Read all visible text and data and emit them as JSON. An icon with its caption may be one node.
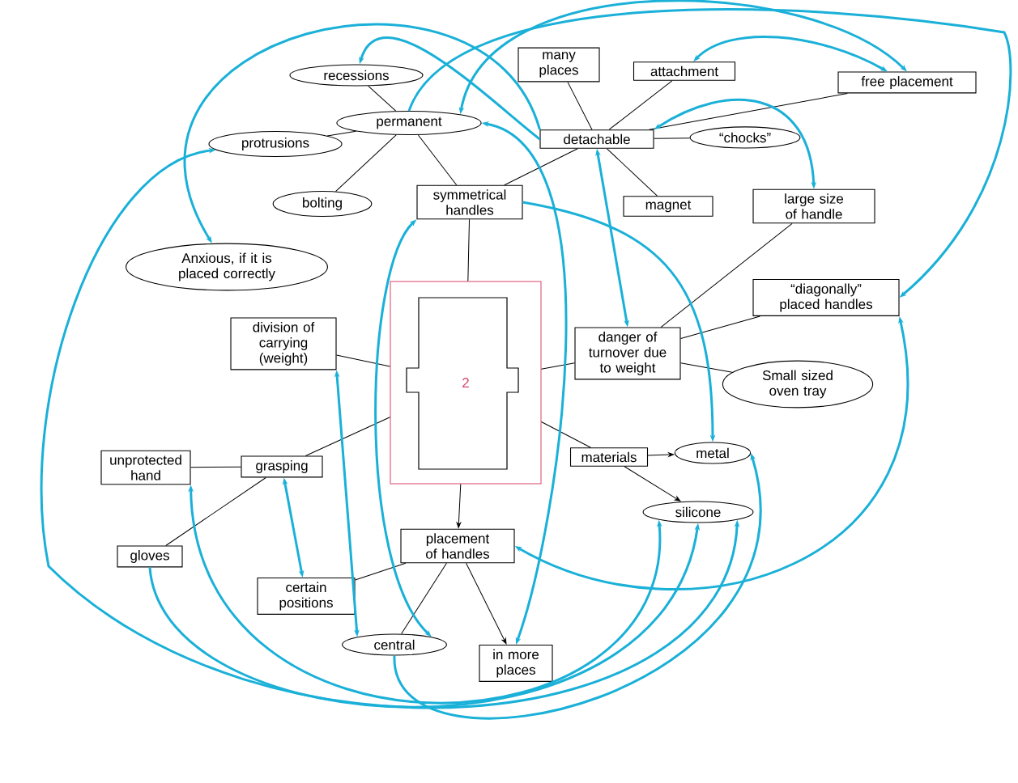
{
  "diagram": {
    "nodes": [
      {
        "text": [
          "recessions"
        ]
      },
      {
        "text": [
          "permanent"
        ]
      },
      {
        "text": [
          "protrusions"
        ]
      },
      {
        "text": [
          "bolting"
        ]
      },
      {
        "text": [
          "symmetrical handles"
        ]
      },
      {
        "text": [
          "Anxious, if it is placed correctly"
        ]
      },
      {
        "text": [
          "many places"
        ]
      },
      {
        "text": [
          "attachment"
        ]
      },
      {
        "text": [
          "free placement"
        ]
      },
      {
        "text": [
          "detachable"
        ]
      },
      {
        "text": [
          "“chocks”"
        ]
      },
      {
        "text": [
          "magnet"
        ]
      },
      {
        "text": [
          "large size of handle"
        ]
      },
      {
        "text": [
          "“diagonally” placed handles"
        ]
      },
      {
        "text": [
          "2"
        ]
      },
      {
        "text": [
          "division of carrying (weight)"
        ]
      },
      {
        "text": [
          "danger of turnover due to weight"
        ]
      },
      {
        "text": [
          "Small sized oven tray"
        ]
      },
      {
        "text": [
          "unprotected hand"
        ]
      },
      {
        "text": [
          "grasping"
        ]
      },
      {
        "text": [
          "materials"
        ]
      },
      {
        "text": [
          "metal"
        ]
      },
      {
        "text": [
          "silicone"
        ]
      },
      {
        "text": [
          "gloves"
        ]
      },
      {
        "text": [
          "placement of handles"
        ]
      },
      {
        "text": [
          "certain positions"
        ]
      },
      {
        "text": [
          "central"
        ]
      },
      {
        "text": [
          "in more places"
        ]
      }
    ],
    "edges": [
      {
        "from": 1,
        "to": 0,
        "arrow": "none"
      },
      {
        "from": 1,
        "to": 2,
        "arrow": "none"
      },
      {
        "from": 1,
        "to": 3,
        "arrow": "none"
      },
      {
        "from": 1,
        "to": 4,
        "arrow": "none"
      },
      {
        "from": 9,
        "to": 6,
        "arrow": "none"
      },
      {
        "from": 9,
        "to": 7,
        "arrow": "none"
      },
      {
        "from": 9,
        "to": 8,
        "arrow": "none"
      },
      {
        "from": 9,
        "to": 10,
        "arrow": "none"
      },
      {
        "from": 9,
        "to": 11,
        "arrow": "none"
      },
      {
        "from": 9,
        "to": 4,
        "arrow": "none"
      },
      {
        "from": 4,
        "to": 14,
        "arrow": "none"
      },
      {
        "from": 14,
        "to": 15,
        "arrow": "none"
      },
      {
        "from": 14,
        "to": 16,
        "arrow": "none"
      },
      {
        "from": 16,
        "to": 12,
        "arrow": "none"
      },
      {
        "from": 16,
        "to": 13,
        "arrow": "none"
      },
      {
        "from": 17,
        "to": 16,
        "arrow": "none"
      },
      {
        "from": 14,
        "to": 19,
        "arrow": "none"
      },
      {
        "from": 19,
        "to": 18,
        "arrow": "none"
      },
      {
        "from": 19,
        "to": 23,
        "arrow": "none"
      },
      {
        "from": 14,
        "to": 20,
        "arrow": "none"
      },
      {
        "from": 20,
        "to": 21,
        "arrow": "to"
      },
      {
        "from": 20,
        "to": 22,
        "arrow": "to"
      },
      {
        "from": 14,
        "to": 24,
        "arrow": "to"
      },
      {
        "from": 24,
        "to": 25,
        "arrow": "none"
      },
      {
        "from": 24,
        "to": 26,
        "arrow": "none"
      },
      {
        "from": 24,
        "to": 27,
        "arrow": "to"
      },
      {
        "from": 9,
        "to": 5,
        "arrow": "to",
        "style": "thick",
        "color": "#1ab0d8"
      },
      {
        "from": 22,
        "to": 2,
        "arrow": "both",
        "style": "thick",
        "color": "#1ab0d8"
      },
      {
        "from": 18,
        "to": 22,
        "arrow": "both",
        "style": "thick",
        "color": "#1ab0d8"
      },
      {
        "from": 23,
        "to": 22,
        "arrow": "to",
        "style": "thick",
        "color": "#1ab0d8"
      },
      {
        "from": 26,
        "to": 21,
        "arrow": "to",
        "style": "thick",
        "color": "#1ab0d8"
      },
      {
        "from": 15,
        "to": 26,
        "arrow": "both",
        "style": "thick",
        "color": "#1ab0d8"
      },
      {
        "from": 19,
        "to": 25,
        "arrow": "both",
        "style": "thick",
        "color": "#1ab0d8"
      },
      {
        "from": 4,
        "to": 26,
        "arrow": "both",
        "style": "thick",
        "color": "#1ab0d8"
      },
      {
        "from": 9,
        "to": 16,
        "arrow": "both",
        "style": "thick",
        "color": "#1ab0d8"
      },
      {
        "from": 7,
        "to": 8,
        "arrow": "both",
        "style": "thick",
        "color": "#1ab0d8"
      },
      {
        "from": 9,
        "to": 12,
        "arrow": "both",
        "style": "thick",
        "color": "#1ab0d8"
      },
      {
        "from": 1,
        "to": 8,
        "arrow": "both",
        "style": "thick",
        "color": "#1ab0d8"
      },
      {
        "from": 1,
        "to": 13,
        "arrow": "to",
        "style": "thick",
        "color": "#1ab0d8"
      },
      {
        "from": 24,
        "to": 13,
        "arrow": "both",
        "style": "thick",
        "color": "#1ab0d8"
      },
      {
        "from": 1,
        "to": 27,
        "arrow": "both",
        "style": "thick",
        "color": "#1ab0d8"
      },
      {
        "from": 4,
        "to": 21,
        "arrow": "to",
        "style": "thick",
        "color": "#1ab0d8"
      },
      {
        "from": 9,
        "to": 0,
        "arrow": "to",
        "style": "thick",
        "color": "#1ab0d8"
      }
    ]
  }
}
